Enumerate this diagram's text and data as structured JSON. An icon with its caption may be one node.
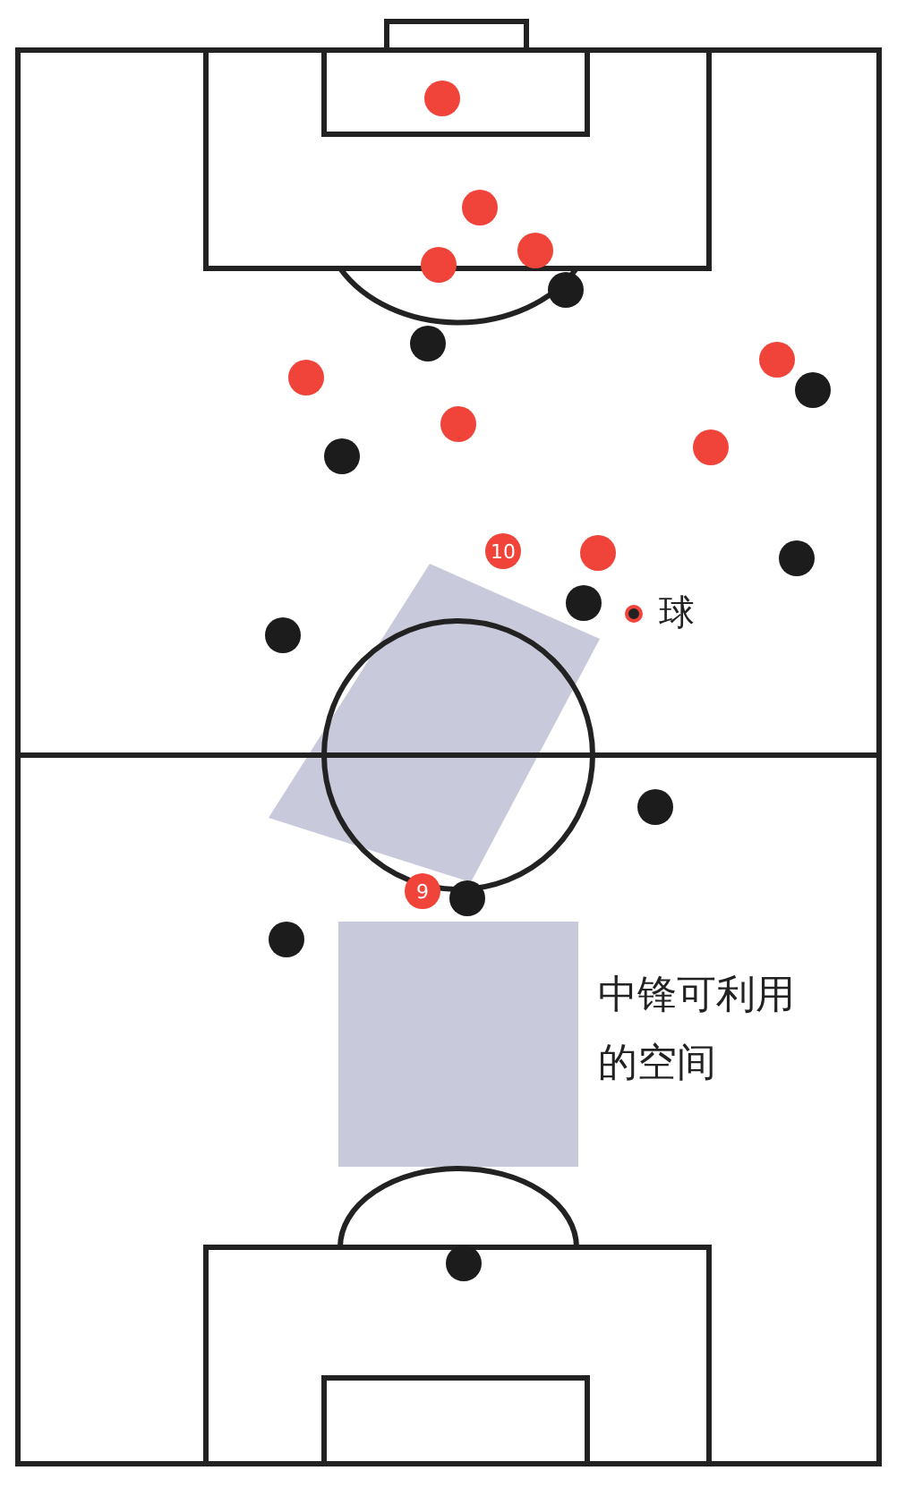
{
  "diagram": {
    "nodes": [
      {
        "text": [],
        "shape": "circle"
      },
      {
        "text": [],
        "shape": "circle"
      },
      {
        "text": [],
        "shape": "circle"
      },
      {
        "text": [],
        "shape": "circle"
      },
      {
        "text": [],
        "shape": "circle"
      },
      {
        "text": [],
        "shape": "circle"
      },
      {
        "text": [],
        "shape": "circle"
      },
      {
        "text": [],
        "shape": "circle"
      },
      {
        "text": [],
        "shape": "circle"
      },
      {
        "text": [],
        "shape": "circle"
      },
      {
        "text": [],
        "shape": "circle"
      },
      {
        "text": [],
        "shape": "circle"
      },
      {
        "text": [
          "10"
        ]
      },
      {
        "text": [],
        "shape": "circle"
      },
      {
        "text": [],
        "shape": "circle"
      },
      {
        "text": [],
        "shape": "circle"
      },
      {
        "text": [],
        "shape": "circle",
        "beside": [
          "球"
        ]
      },
      {
        "text": [],
        "shape": "circle"
      },
      {
        "text": [],
        "shape": "circle"
      },
      {
        "text": [
          "9"
        ]
      },
      {
        "text": [],
        "shape": "circle"
      },
      {
        "text": [],
        "shape": "circle"
      },
      {
        "text": [],
        "shape": "circle"
      }
    ],
    "labels": [
      "中锋可利用的空间"
    ]
  }
}
